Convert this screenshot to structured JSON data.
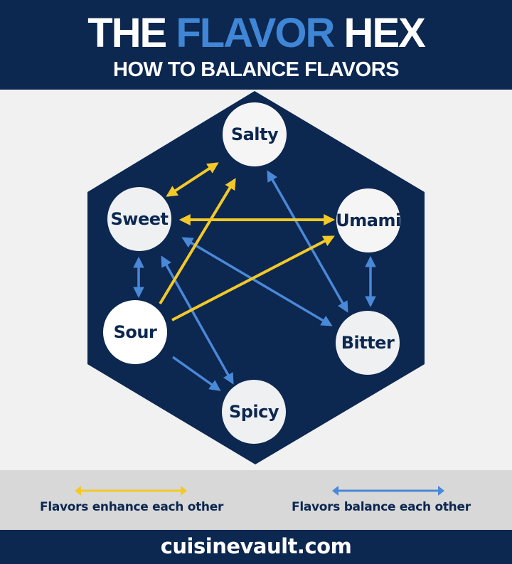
{
  "header": {
    "title_part1": "THE ",
    "title_accent": "FLAVOR",
    "title_part2": " HEX",
    "subtitle": "HOW TO BALANCE FLAVORS"
  },
  "colors": {
    "navy": "#0c2750",
    "accent_blue": "#3f86d6",
    "enhance_yellow": "#f3c928",
    "balance_blue": "#4a88d8",
    "background": "#f1f1f1",
    "legend_bg": "#d8d8d8"
  },
  "nodes": [
    {
      "id": "salty",
      "label": "Salty"
    },
    {
      "id": "sweet",
      "label": "Sweet"
    },
    {
      "id": "umami",
      "label": "Umami"
    },
    {
      "id": "sour",
      "label": "Sour"
    },
    {
      "id": "bitter",
      "label": "Bitter"
    },
    {
      "id": "spicy",
      "label": "Spicy"
    }
  ],
  "relationships": {
    "enhance": [
      {
        "from": "Sweet",
        "to": "Salty",
        "type": "bidirectional"
      },
      {
        "from": "Sweet",
        "to": "Umami",
        "type": "bidirectional"
      },
      {
        "from": "Sour",
        "to": "Salty",
        "type": "directed"
      },
      {
        "from": "Sour",
        "to": "Umami",
        "type": "directed"
      }
    ],
    "balance": [
      {
        "from": "Sweet",
        "to": "Sour",
        "type": "bidirectional"
      },
      {
        "from": "Umami",
        "to": "Bitter",
        "type": "bidirectional"
      },
      {
        "from": "Salty",
        "to": "Bitter",
        "type": "bidirectional"
      },
      {
        "from": "Sweet",
        "to": "Bitter",
        "type": "bidirectional"
      },
      {
        "from": "Sweet",
        "to": "Spicy",
        "type": "bidirectional"
      },
      {
        "from": "Sour",
        "to": "Spicy",
        "type": "directed"
      }
    ]
  },
  "legend": {
    "enhance_label": "Flavors enhance each other",
    "balance_label": "Flavors balance each other"
  },
  "footer": {
    "site": "cuisinevault.com"
  }
}
